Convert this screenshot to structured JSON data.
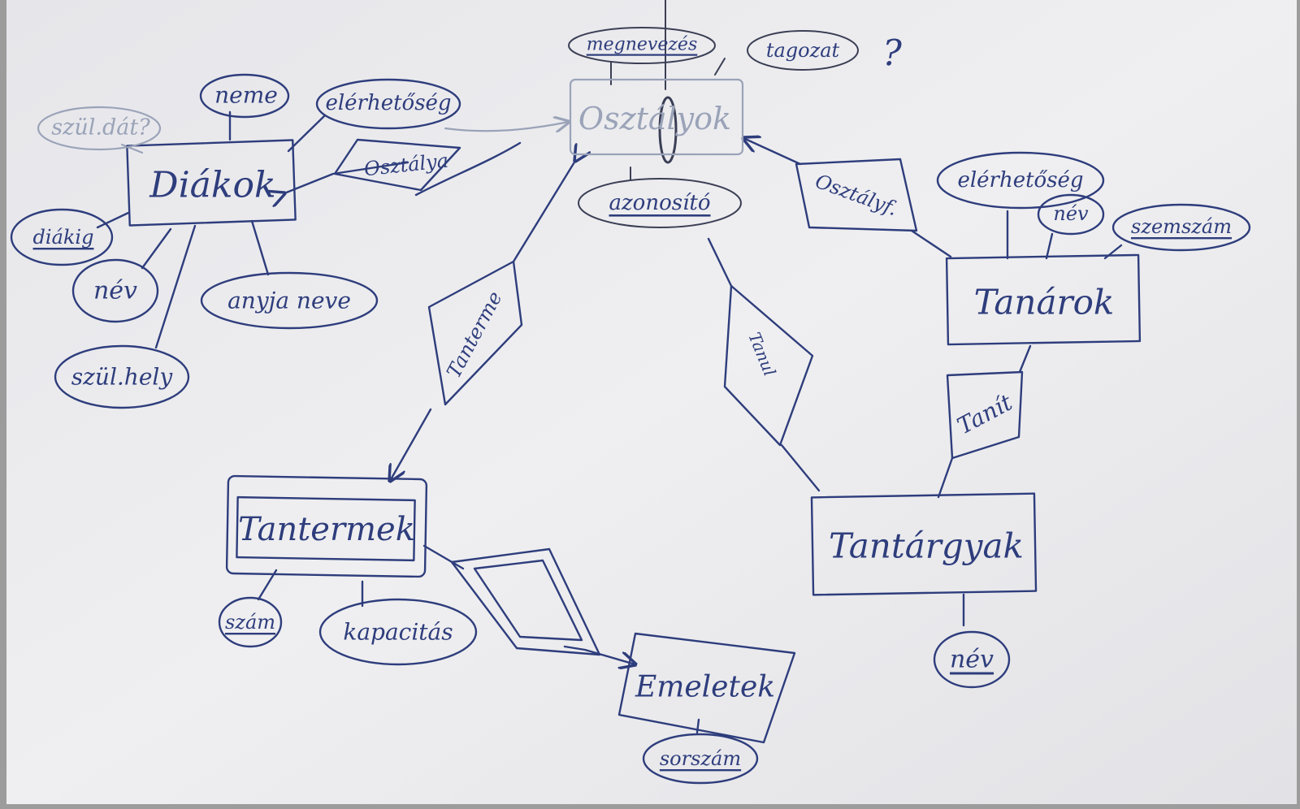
{
  "entities": {
    "diakok": "Diákok",
    "osztalyok": "Osztályok",
    "tanarok": "Tanárok",
    "tantargyak": "Tantárgyak",
    "tantermek": "Tantermek",
    "emeletek": "Emeletek"
  },
  "attributes": {
    "szuldat": "szül.dát?",
    "neme": "neme",
    "elerhetoseg_diak": "elérhetőség",
    "diakig": "diákig",
    "nev_diak": "név",
    "anyja_neve": "anyja neve",
    "szulhely": "szül.hely",
    "megnevezes": "megnevezés",
    "tagozat": "tagozat",
    "azonosito": "azonosító",
    "elerhetoseg_tanar": "elérhetőség",
    "nev_tanar": "név",
    "szemszam": "szemszám",
    "szam": "szám",
    "kapacitas": "kapacitás",
    "sorszam": "sorszám",
    "nev_tantargy": "név"
  },
  "relationships": {
    "osztalya": "Osztálya",
    "osztalyf": "Osztályf.",
    "tanterme": "Tanterme",
    "tanul": "Tanul",
    "tanit": "Tanít"
  },
  "annotations": {
    "question_mark": "?"
  },
  "colors": {
    "board": "#ececef",
    "ink": "#2e3d7c",
    "faint_ink": "#9aa3b8"
  }
}
